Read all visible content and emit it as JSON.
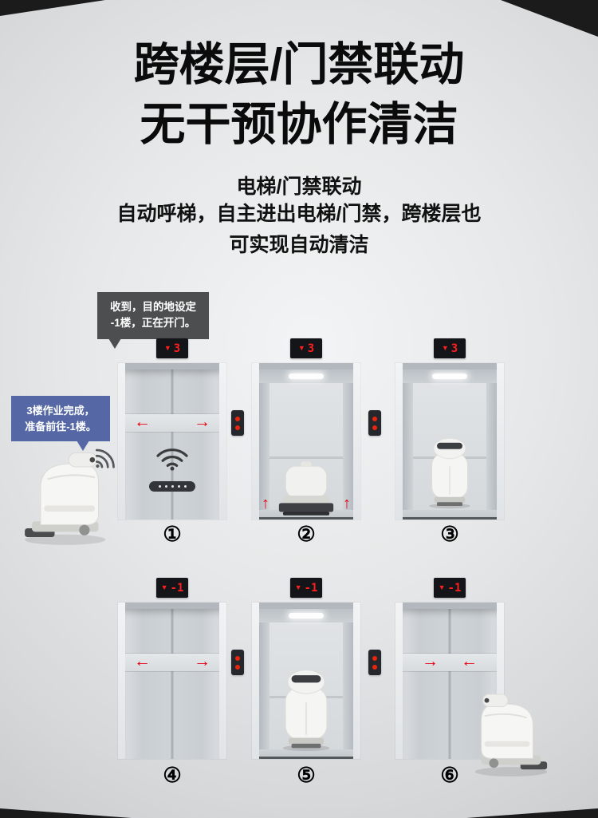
{
  "header": {
    "title_line1": "跨楼层/门禁联动",
    "title_line2": "无干预协作清洁",
    "subtitle": "电梯/门禁联动",
    "desc_line1": "自动呼梯，自主进出电梯/门禁，跨楼层也",
    "desc_line2": "可实现自动清洁"
  },
  "speech_bubbles": {
    "elevator_reply_line1": "收到，目的地设定",
    "elevator_reply_line2": "-1楼，正在开门。",
    "robot_status_line1": "3楼作业完成，",
    "robot_status_line2": "准备前往-1楼。"
  },
  "floor_indicators": {
    "row1_arrow": "▼",
    "row1_floor": "3",
    "row2_arrow": "▼",
    "row2_floor": "-1"
  },
  "door_arrows": {
    "open_left": "←",
    "open_right": "→",
    "close_left": "→",
    "close_right": "←",
    "enter_up": "↑"
  },
  "step_labels": {
    "step1": "①",
    "step2": "②",
    "step3": "③",
    "step4": "④",
    "step5": "⑤",
    "step6": "⑥"
  },
  "colors": {
    "accent_red": "#e60012",
    "bubble_dark_bg": "#4d4e4f",
    "bubble_blue_bg": "#5568a5",
    "indicator_bg": "#141519",
    "indicator_text": "#ff1f1f"
  }
}
